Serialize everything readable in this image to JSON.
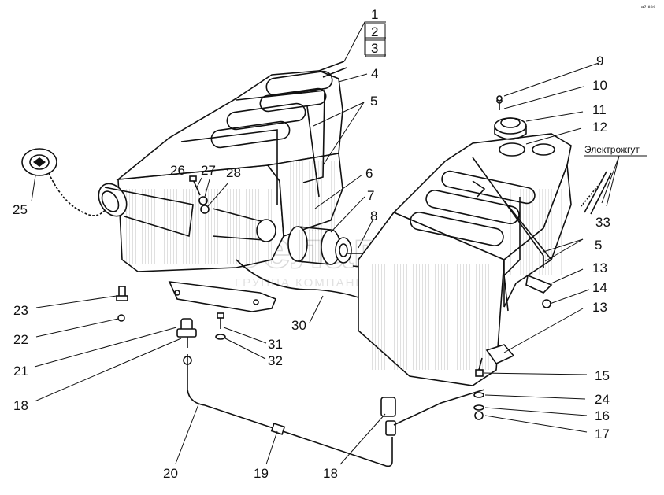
{
  "corner_mark": "ᵃ⁰ ⁸⁶⁶",
  "watermark": {
    "brand": "Белагро",
    "subtitle": "ГРУППА КОМПАНИЙ"
  },
  "harness_label": "Электрожгут",
  "callouts": {
    "c1": "1",
    "c2": "2",
    "c3": "3",
    "c4": "4",
    "c5a": "5",
    "c5b": "5",
    "c6": "6",
    "c7": "7",
    "c8": "8",
    "c9": "9",
    "c10": "10",
    "c11": "11",
    "c12": "12",
    "c13a": "13",
    "c13b": "13",
    "c14": "14",
    "c15": "15",
    "c16": "16",
    "c17": "17",
    "c18a": "18",
    "c18b": "18",
    "c19": "19",
    "c20": "20",
    "c21": "21",
    "c22": "22",
    "c23": "23",
    "c24": "24",
    "c25": "25",
    "c26": "26",
    "c27": "27",
    "c28": "28",
    "c30": "30",
    "c31": "31",
    "c32": "32",
    "c33": "33"
  }
}
